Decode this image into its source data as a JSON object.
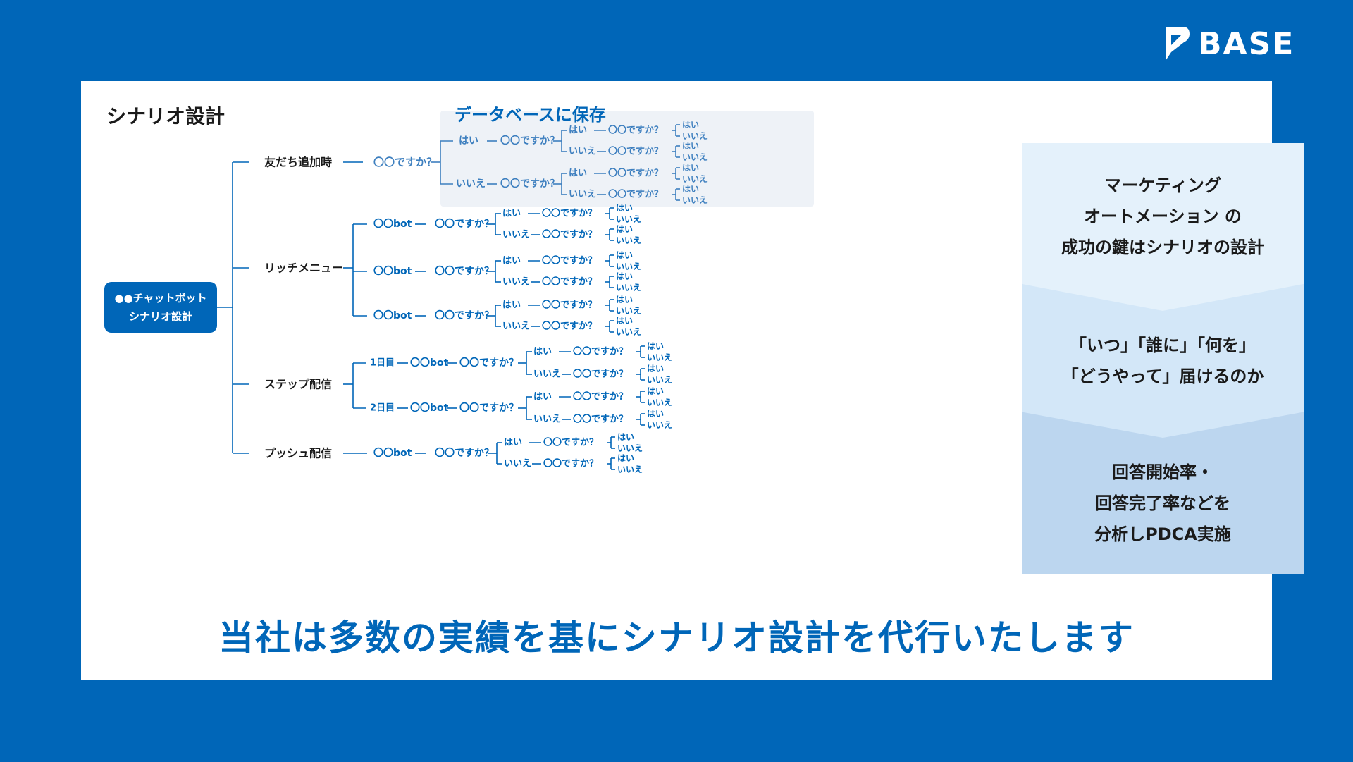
{
  "brand": {
    "name": "BASE"
  },
  "colors": {
    "brand": "#0066b8",
    "node_dark": "#1a1a1a",
    "node_light": "#3d7fbf",
    "db_bg": "#eef2f7",
    "step1": "#e4f1fb",
    "step2": "#d3e7f8",
    "step3": "#bcd6ef"
  },
  "diagram": {
    "title": "シナリオ設計",
    "root": {
      "line1": "●●チャットボット",
      "line2": "シナリオ設計"
    },
    "db_label": "データベースに保存",
    "categories": [
      "友だち追加時",
      "リッチメニュー",
      "ステップ配信",
      "プッシュ配信"
    ],
    "labels": {
      "q": "〇〇ですか？",
      "yes": "はい",
      "no": "いいえ",
      "bot": "〇〇bot",
      "day1": "1日目",
      "day2": "2日目"
    }
  },
  "steps": [
    {
      "lines": [
        "マーケティング",
        "オートメーション の",
        "成功の鍵はシナリオの設計"
      ]
    },
    {
      "lines": [
        "「いつ」「誰に」「何を」",
        "「どうやって」届けるのか"
      ]
    },
    {
      "lines": [
        "回答開始率・",
        "回答完了率などを",
        "分析しPDCA実施"
      ]
    }
  ],
  "tagline": "当社は多数の実績を基にシナリオ設計を代行いたします"
}
